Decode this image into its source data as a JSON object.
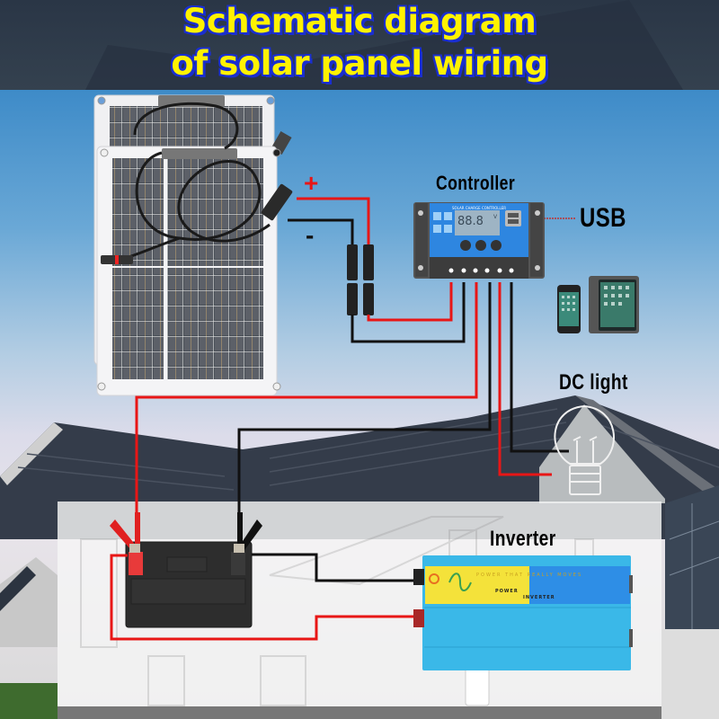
{
  "title": {
    "line1": "Schematic diagram",
    "line2": "of solar panel wiring"
  },
  "labels": {
    "controller": "Controller",
    "usb": "USB",
    "dc_light": "DC light",
    "inverter": "Inverter",
    "plus": "+",
    "minus": "-"
  },
  "controller_device": {
    "header_text": "SOLAR CHARGE CONTROLLER",
    "display": "88.8",
    "display_unit": "V"
  },
  "inverter_device": {
    "tagline": "POWER THAT REALLY MOVES",
    "name_line1": "POWER",
    "name_line2": "INVERTER"
  },
  "components": [
    "solar-panel",
    "solar-panel",
    "mc4-connector",
    "charge-controller",
    "smartphone",
    "tablet",
    "dc-light-bulb",
    "battery",
    "inverter"
  ],
  "colors": {
    "title_fill": "#fff200",
    "title_outline": "#1a2fd0",
    "positive_wire": "#e81616",
    "negative_wire": "#111111",
    "controller_blue": "#2e86e0",
    "inverter_blue": "#3ab8e8",
    "inverter_yellow": "#f4e23a"
  }
}
